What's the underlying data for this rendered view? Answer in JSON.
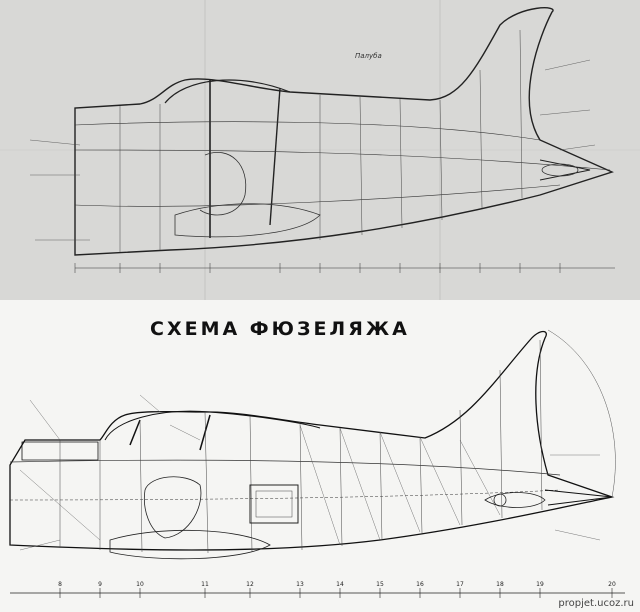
{
  "title": "СХЕМА ФЮЗЕЛЯЖА",
  "watermark": "propjet.ucoz.ru",
  "colors": {
    "ink": "#222222",
    "paper_top": "#d8d8d6",
    "paper_bottom": "#f5f5f3"
  },
  "upper_drawing": {
    "caption": "Палуба"
  },
  "lower_drawing": {
    "station_labels": [
      "8",
      "9",
      "10",
      "11",
      "12",
      "13",
      "14",
      "15",
      "16",
      "17",
      "18",
      "19",
      "20"
    ]
  }
}
